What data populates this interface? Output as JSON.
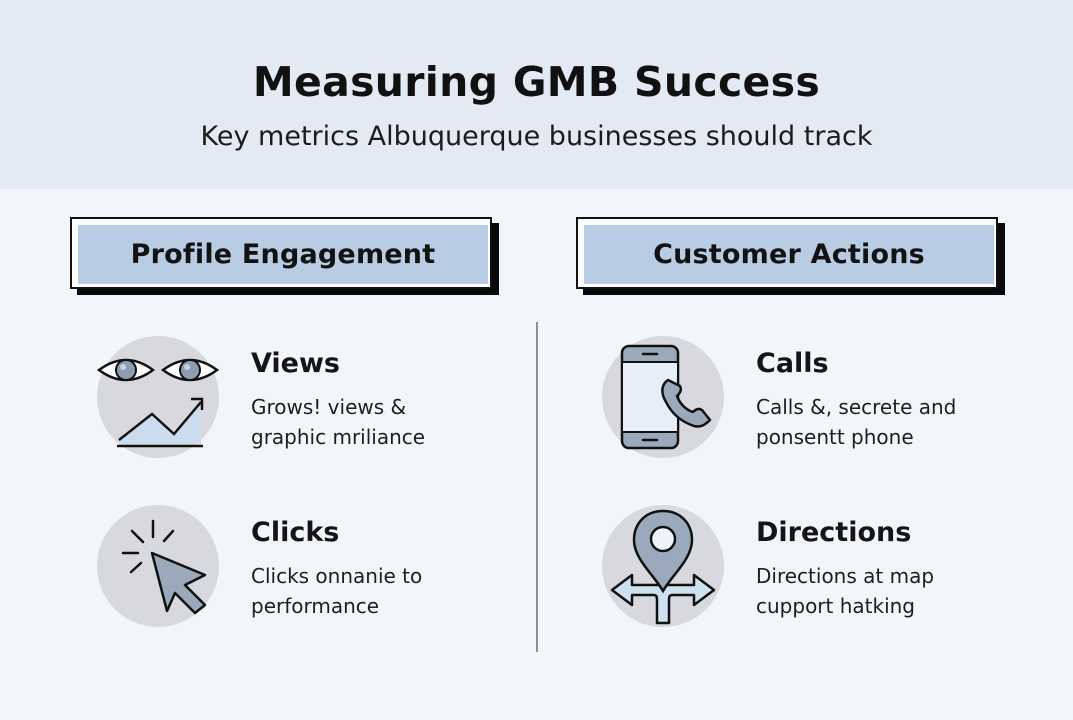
{
  "hero": {
    "title": "Measuring GMB Success",
    "subtitle": "Key metrics Albuquerque businesses should track"
  },
  "colors": {
    "hero_band": "#e3eaf3",
    "page_background": "#f2f5f9",
    "header_fill": "#b8cde4",
    "icon_circle": "#d8d9de",
    "icon_accent": "#9aa9bc",
    "icon_light": "#cfe0f1"
  },
  "sections": [
    {
      "header": "Profile Engagement",
      "metrics": [
        {
          "title": "Views",
          "icon": "eyes-with-growth-chart-icon",
          "desc_line1": "Grows! views &",
          "desc_line2": "graphic mriliance"
        },
        {
          "title": "Clicks",
          "icon": "cursor-click-icon",
          "desc_line1": "Clicks onnanie to",
          "desc_line2": "performance"
        }
      ]
    },
    {
      "header": "Customer Actions",
      "metrics": [
        {
          "title": "Calls",
          "icon": "smartphone-call-icon",
          "desc_line1": "Calls &, secrete and",
          "desc_line2": "ponsentt phone"
        },
        {
          "title": "Directions",
          "icon": "map-pin-directions-icon",
          "desc_line1": "Directions at map",
          "desc_line2": "cupport hatking"
        }
      ]
    }
  ]
}
